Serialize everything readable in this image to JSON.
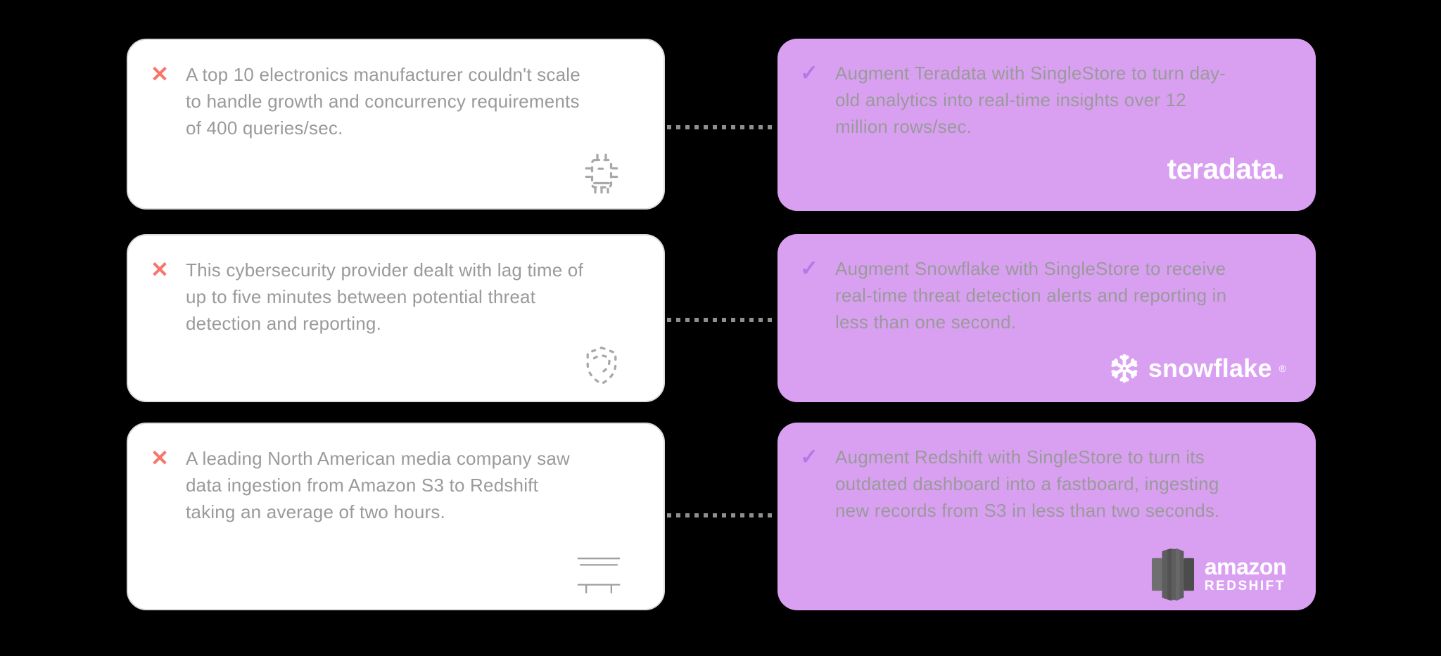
{
  "colors": {
    "background": "#000000",
    "problem_card_bg": "#ffffff",
    "solution_card_bg": "#d9a0f2",
    "cross_marker": "#f8756c",
    "check_marker": "#b478e8",
    "body_text": "#9a9a9a",
    "connector_dots": "#8f8f8f",
    "logo_text": "#ffffff",
    "redshift_icon": "#5e5e5e"
  },
  "rows": [
    {
      "problem": {
        "marker": "✕",
        "text": "A top 10 electronics manufacturer couldn't scale\nto handle growth and concurrency requirements\nof 400 queries/sec.",
        "icon": "chip-icon"
      },
      "solution": {
        "marker": "✓",
        "text": "Augment Teradata with SingleStore to turn day-\nold analytics into real-time insights over 12\nmillion rows/sec.",
        "logo": {
          "type": "teradata",
          "label": "teradata."
        }
      }
    },
    {
      "problem": {
        "marker": "✕",
        "text": "This cybersecurity provider dealt with lag time of\nup to five minutes between potential threat\ndetection and reporting.",
        "icon": "shield-icon"
      },
      "solution": {
        "marker": "✓",
        "text": "Augment Snowflake with SingleStore to receive\nreal-time threat detection alerts and reporting in\nless than one second.",
        "logo": {
          "type": "snowflake",
          "label": "snowflake",
          "registered": "®"
        }
      }
    },
    {
      "problem": {
        "marker": "✕",
        "text": "A leading North American media company saw\ndata ingestion from Amazon S3 to Redshift\ntaking an average of two hours.",
        "icon": "table-lines-icon"
      },
      "solution": {
        "marker": "✓",
        "text": "Augment Redshift with SingleStore to turn its\noutdated dashboard into a fastboard, ingesting\nnew records from S3 in less than two seconds.",
        "logo": {
          "type": "amazon-redshift",
          "brand": "amazon",
          "product": "REDSHIFT"
        }
      }
    }
  ]
}
